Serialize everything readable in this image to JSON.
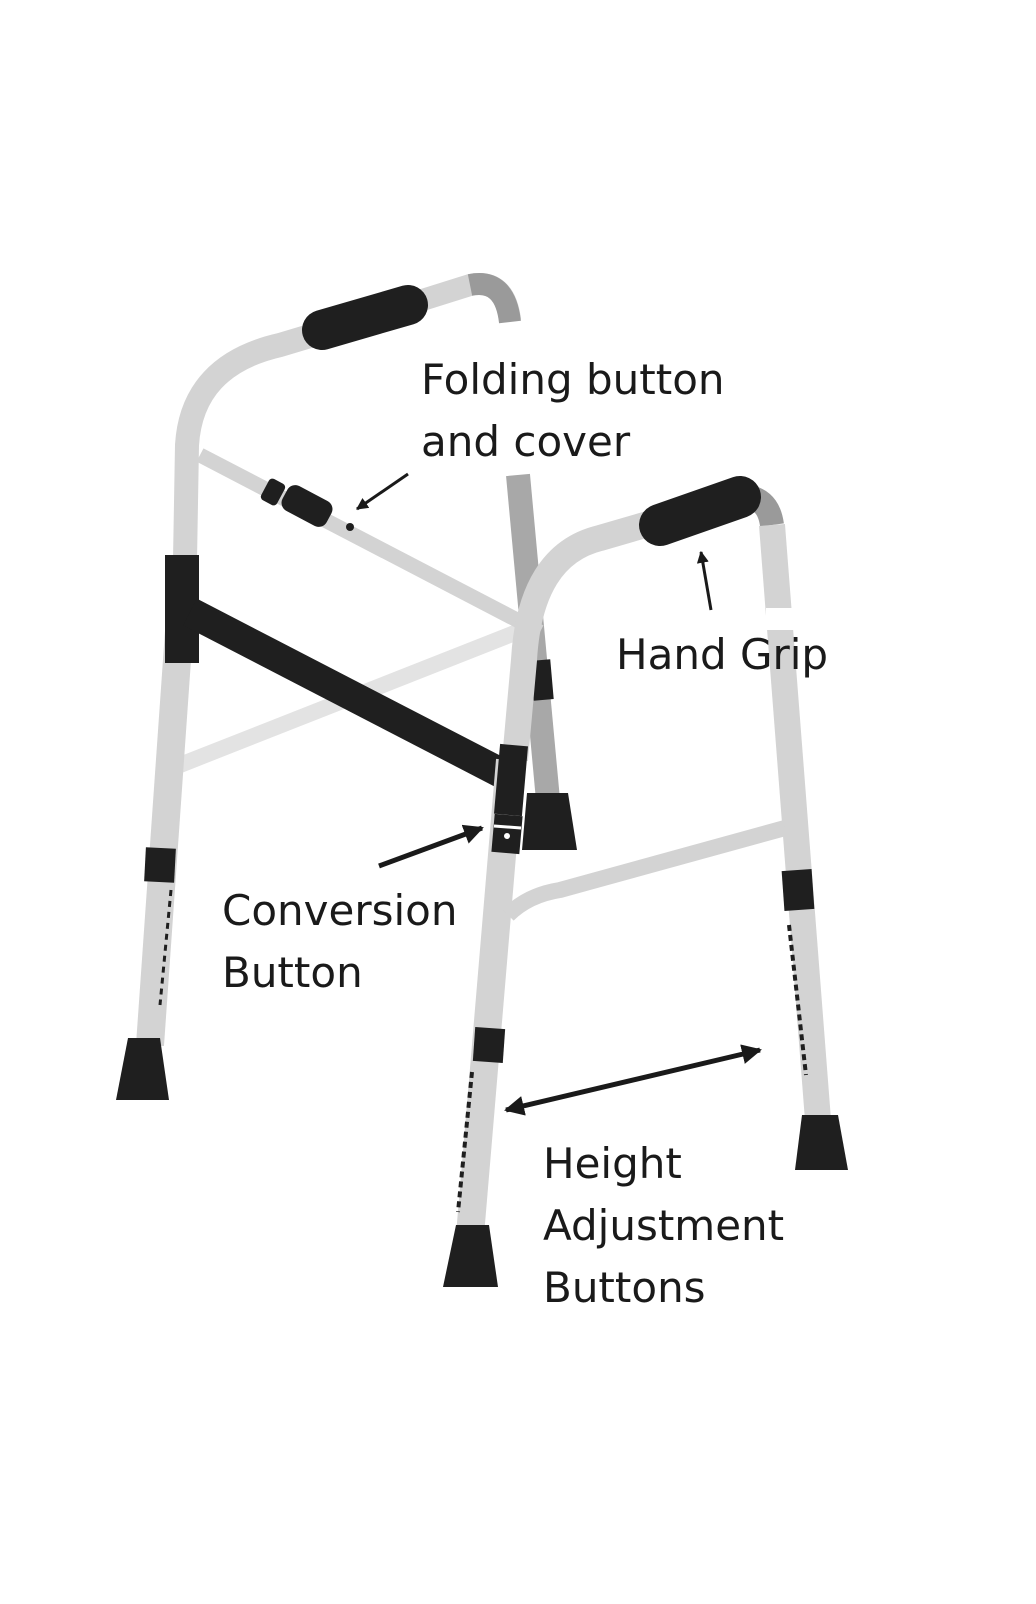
{
  "labels": {
    "folding": [
      "Folding button",
      "and cover"
    ],
    "hand_grip": [
      "Hand Grip"
    ],
    "conversion": [
      "Conversion",
      "Button"
    ],
    "height": [
      "Height",
      "Adjustment",
      "Buttons"
    ]
  },
  "colors": {
    "background": "#ffffff",
    "frame_tube": "#d3d3d3",
    "rear_tube": "#a9a9a9",
    "grip": "#1f1f1f",
    "ink": "#1a1a1a"
  }
}
